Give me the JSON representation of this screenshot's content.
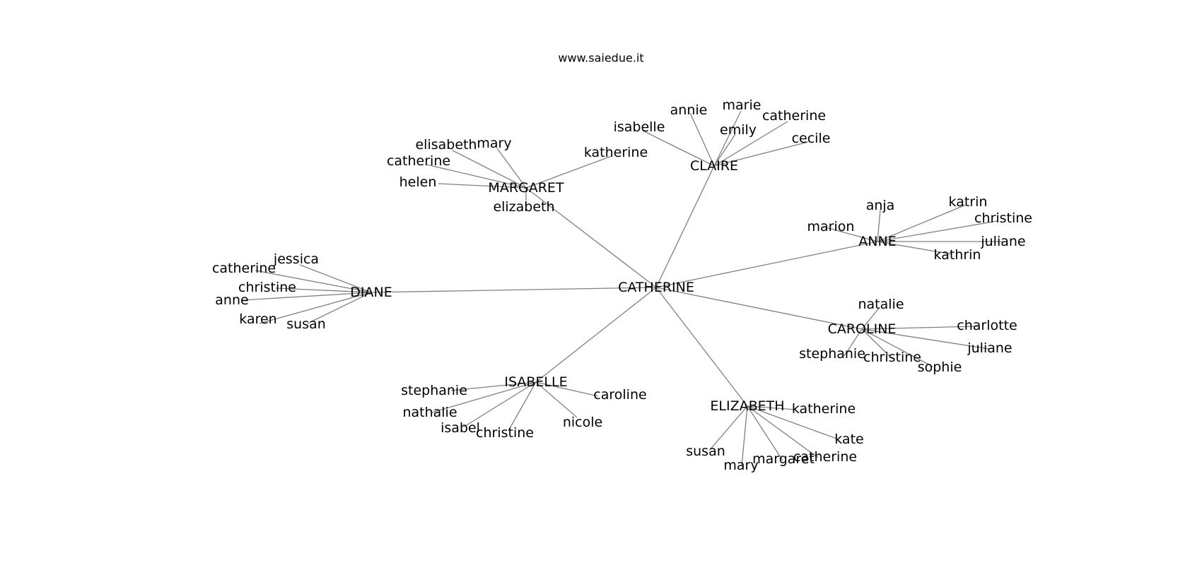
{
  "header": {
    "website": "www.saiedue.it"
  },
  "graph": {
    "center": {
      "id": "catherine-root",
      "label": "CATHERINE"
    },
    "hubs": [
      {
        "id": "claire",
        "label": "CLAIRE",
        "children": [
          "annie",
          "marie",
          "isabelle",
          "catherine",
          "emily",
          "cecile"
        ]
      },
      {
        "id": "margaret",
        "label": "MARGARET",
        "children": [
          "elizabeth",
          "elisabeth",
          "mary",
          "catherine",
          "helen",
          "katherine"
        ]
      },
      {
        "id": "anne",
        "label": "ANNE",
        "children": [
          "anja",
          "katrin",
          "christine",
          "marion",
          "juliane",
          "kathrin"
        ]
      },
      {
        "id": "diane",
        "label": "DIANE",
        "children": [
          "jessica",
          "catherine",
          "christine",
          "anne",
          "karen",
          "susan"
        ]
      },
      {
        "id": "caroline",
        "label": "CAROLINE",
        "children": [
          "natalie",
          "charlotte",
          "juliane",
          "stephanie",
          "christine",
          "sophie"
        ]
      },
      {
        "id": "isabelle",
        "label": "ISABELLE",
        "children": [
          "stephanie",
          "caroline",
          "nathalie",
          "isabel",
          "christine",
          "nicole"
        ]
      },
      {
        "id": "elizabeth",
        "label": "ELIZABETH",
        "children": [
          "katherine",
          "kate",
          "susan",
          "mary",
          "margaret",
          "catherine"
        ]
      }
    ]
  }
}
